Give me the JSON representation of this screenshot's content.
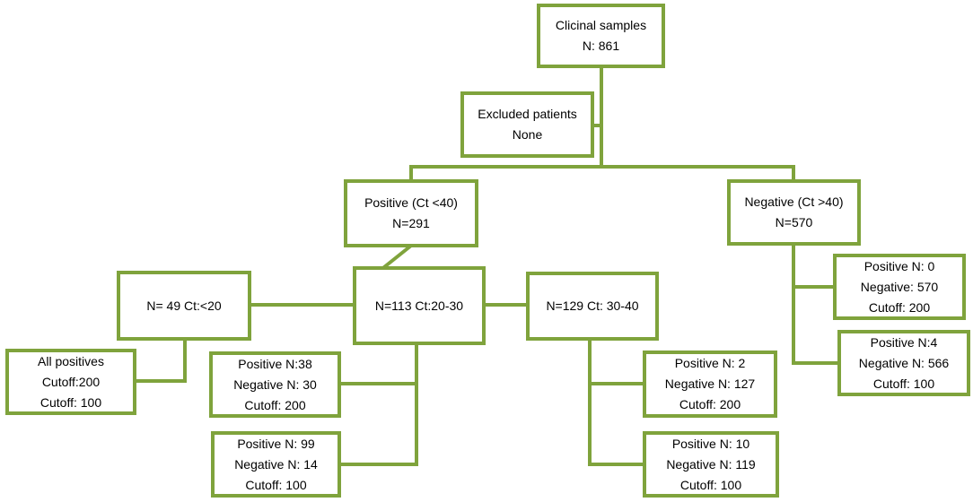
{
  "colors": {
    "box_border": "#7fa33c",
    "connector": "#7fa33c",
    "background": "#ffffff"
  },
  "root": {
    "line1": "Clicinal samples",
    "line2": "N: 861"
  },
  "excluded": {
    "line1": "Excluded patients",
    "line2": "None"
  },
  "positive": {
    "line1": "Positive  (Ct <40)",
    "line2": "N=291"
  },
  "negative": {
    "line1": "Negative  (Ct >40)",
    "line2": "N=570"
  },
  "group_lt20": {
    "line1": "N= 49  Ct:<20"
  },
  "group_20_30": {
    "line1": "N=113  Ct:20-30"
  },
  "group_30_40": {
    "line1": "N=129  Ct:  30-40"
  },
  "lt20_result": {
    "line1": "All positives",
    "line2": "Cutoff:200",
    "line3": "Cutoff:  100"
  },
  "g2030_c200": {
    "line1": "Positive  N:38",
    "line2": "Negative  N:  30",
    "line3": "Cutoff:  200"
  },
  "g2030_c100": {
    "line1": "Positive  N:  99",
    "line2": "Negative  N:  14",
    "line3": "Cutoff:  100"
  },
  "g3040_c200": {
    "line1": "Positive  N:  2",
    "line2": "Negative  N:  127",
    "line3": "Cutoff:  200"
  },
  "g3040_c100": {
    "line1": "Positive  N:  10",
    "line2": "Negative  N:  119",
    "line3": "Cutoff:  100"
  },
  "neg_c200": {
    "line1": "Positive  N:  0",
    "line2": "Negative:  570",
    "line3": "Cutoff:  200"
  },
  "neg_c100": {
    "line1": "Positive  N:4",
    "line2": "Negative  N:  566",
    "line3": "Cutoff:  100"
  }
}
